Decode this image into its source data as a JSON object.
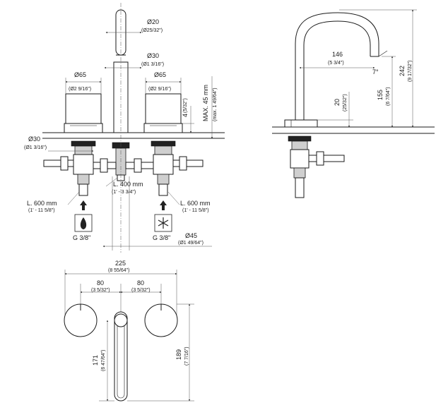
{
  "front_view": {
    "spout_diameter": "Ø20",
    "spout_diameter_inch": "(Ø25/32\")",
    "body_diameter": "Ø30",
    "body_diameter_inch": "(Ø1 3/16\")",
    "left_handle_diameter": "Ø65",
    "left_handle_diameter_inch": "(Ø2 9/16\")",
    "right_handle_diameter": "Ø65",
    "right_handle_diameter_inch": "(Ø2 9/16\")",
    "base_height": "4",
    "base_height_inch": "(5/32\")",
    "max_deck": "MAX. 45 mm",
    "max_deck_inch": "(max. 1 49/64\")",
    "left_shank_diameter": "Ø30",
    "left_shank_diameter_inch": "(Ø1 3/16\")",
    "center_hose_length": "L. 400 mm",
    "center_hose_length_inch": "(1' - 3 3/4\")",
    "left_hose_length": "L. 600 mm",
    "left_hose_length_inch": "(1' - 11 5/8\")",
    "right_hose_length": "L. 600 mm",
    "right_hose_length_inch": "(1' - 11 5/8\")",
    "hot_connection": "G 3/8\"",
    "cold_connection": "G 3/8\"",
    "hole_diameter": "Ø45",
    "hole_diameter_inch": "(Ø1 49/64\")"
  },
  "side_view": {
    "reach": "146",
    "reach_inch": "(5 3/4\")",
    "angle": "7°",
    "base_height": "20",
    "base_height_inch": "(25/32\")",
    "outlet_height": "155",
    "outlet_height_inch": "(6 7/64\")",
    "total_height": "242",
    "total_height_inch": "(9 17/32\")"
  },
  "top_view": {
    "total_width": "225",
    "total_width_inch": "(8 55/64\")",
    "left_spacing": "80",
    "left_spacing_inch": "(3 5/32\")",
    "right_spacing": "80",
    "right_spacing_inch": "(3 5/32\")",
    "spout_depth": "171",
    "spout_depth_inch": "(6 47/64\")",
    "handle_depth": "189",
    "handle_depth_inch": "(7 7/16\")"
  }
}
